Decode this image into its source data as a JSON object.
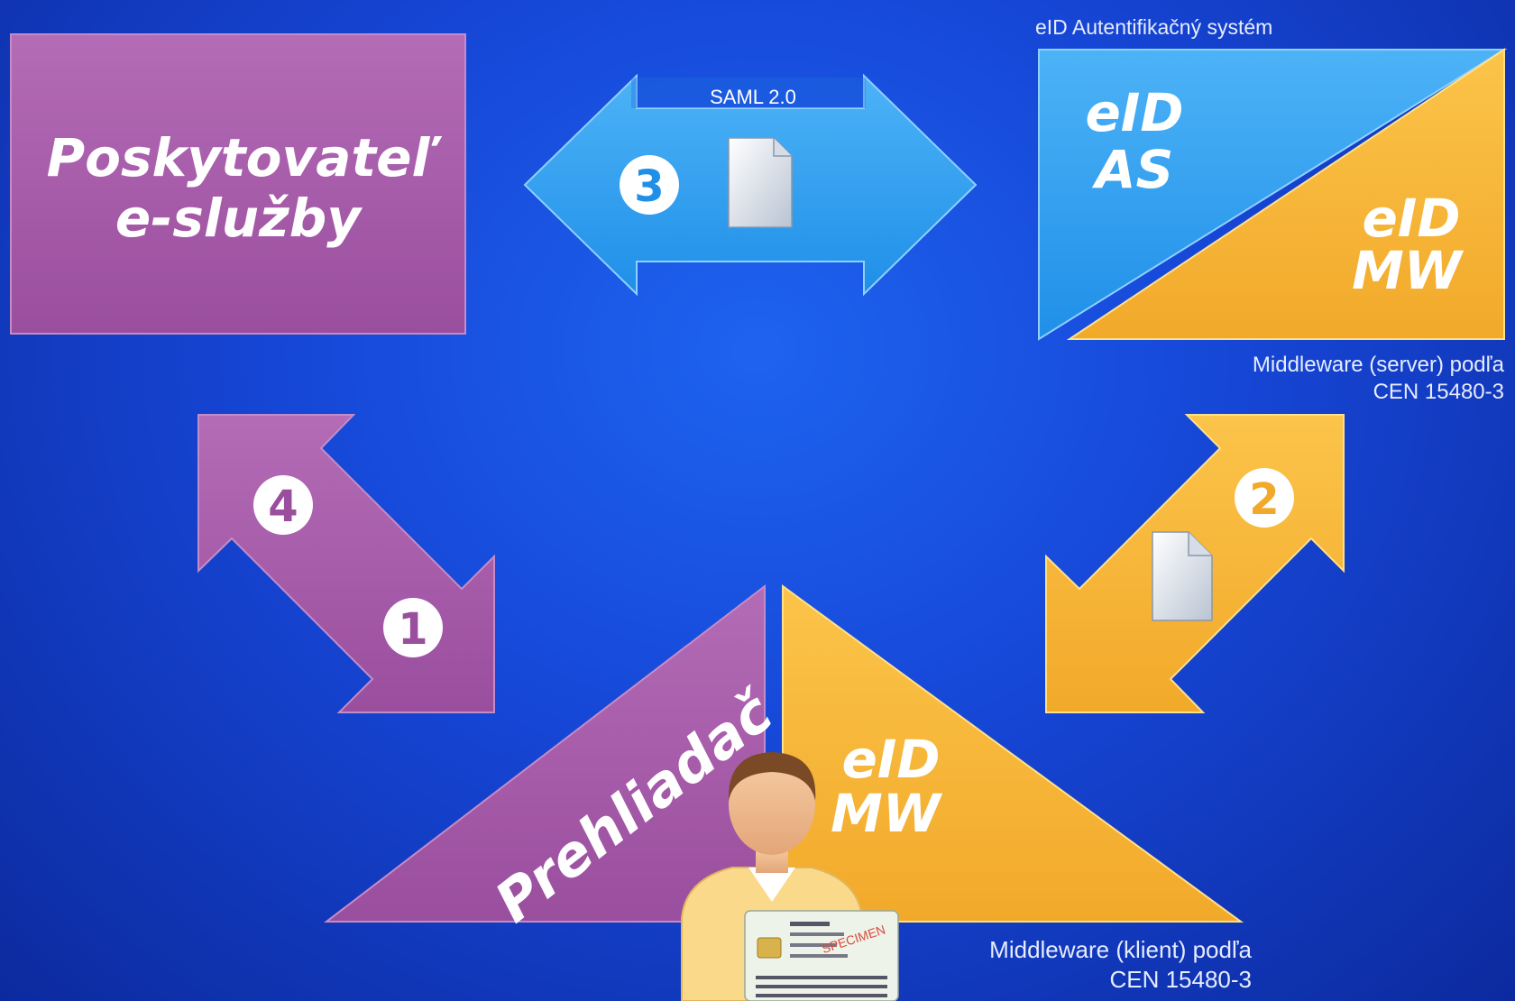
{
  "provider_box": {
    "line1": "Poskytovateľ",
    "line2": "e-služby"
  },
  "auth_system": {
    "caption": "eID Autentifikačný systém",
    "as_line1": "eID",
    "as_line2": "AS",
    "mw_line1": "eID",
    "mw_line2": "MW",
    "footnote_line1": "Middleware (server) podľa",
    "footnote_line2": "CEN 15480-3"
  },
  "client": {
    "browser_label": "Prehliadač",
    "mw_line1": "eID",
    "mw_line2": "MW",
    "footnote_line1": "Middleware (klient) podľa",
    "footnote_line2": "CEN 15480-3",
    "card_stamp": "SPECIMEN"
  },
  "arrows": {
    "saml_label": "SAML 2.0",
    "step_3": "3",
    "step_4": "4",
    "step_1": "1",
    "step_2": "2"
  },
  "colors": {
    "purple": "#a65aa6",
    "blue": "#2c9df0",
    "orange": "#f8b834",
    "background": "#1646d6"
  }
}
